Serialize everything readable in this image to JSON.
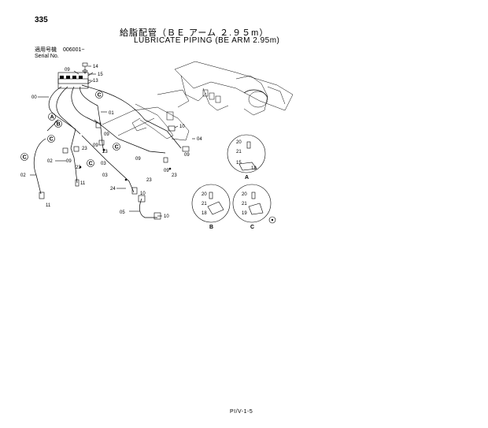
{
  "page_number": "335",
  "title_jp": "給脂配管（ＢＥ アーム ２.９５m）",
  "title_en": "LUBRICATE PIPING (BE ARM 2.95m)",
  "serial": {
    "label_jp": "適用号機",
    "value": "006001~",
    "label_en": "Serial No."
  },
  "part_labels": {
    "p14": "14",
    "p15": "15",
    "p13": "13",
    "p09_top": "09",
    "p00": "00",
    "p01": "01",
    "p10": "10",
    "p04": "04",
    "p09_a": "09",
    "p09_b": "09",
    "p23_a": "23",
    "p03_a": "03",
    "p23_b": "23",
    "p02_a": "02",
    "p09_c": "09",
    "p23_c": "23",
    "p03_b": "03",
    "p09_d": "09",
    "p09_e": "09",
    "p23_d": "23",
    "p02_b": "02",
    "p11_a": "11",
    "p11_b": "11",
    "p23_e": "23",
    "p24": "24",
    "p10_b": "10",
    "p05": "05",
    "p10_c": "10",
    "p20_a": "20",
    "p21_a": "21",
    "p15_a": "15",
    "p18_a": "18",
    "p20_b": "20",
    "p21_b": "21",
    "p18_b": "18",
    "p20_c": "20",
    "p21_c": "21",
    "p19_c": "19"
  },
  "callouts": {
    "A": "A",
    "B": "B",
    "C": "C"
  },
  "detail_labels": {
    "A": "A",
    "B": "B",
    "C": "C"
  },
  "footer": "PI/V-1-5"
}
